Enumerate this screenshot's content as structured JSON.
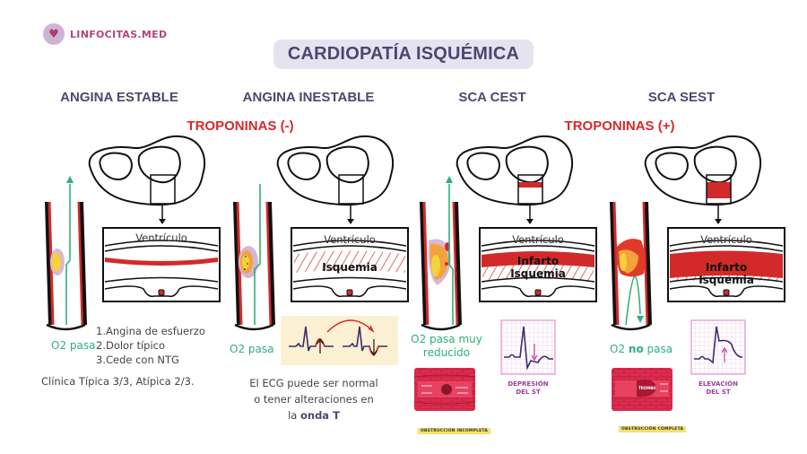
{
  "brand": {
    "name": "LINFOCITAS.MED",
    "icon": "heart-icon"
  },
  "title": "CARDIOPATÍA ISQUÉMICA",
  "troponins": {
    "negative": "TROPONINAS (-)",
    "positive": "TROPONINAS (+)"
  },
  "colors": {
    "title": "#4a4870",
    "troponin": "#d62a2a",
    "o2": "#2fb07a",
    "brand": "#b3477a",
    "wall": "#d22a2a"
  },
  "columns": [
    {
      "title": "ANGINA ESTABLE",
      "ventricle_label": "Ventrículo",
      "o2_label": "O2 pasa",
      "list": [
        "1.Angina de esfuerzo",
        "2.Dolor típico",
        "3.Cede con NTG"
      ],
      "note": "Clínica Típica 3/3, Atípica 2/3."
    },
    {
      "title": "ANGINA INESTABLE",
      "ventricle_label": "Ventrículo",
      "zone_label": "Isquemia",
      "o2_label": "O2 pasa",
      "note_lines": [
        "El ECG puede ser normal",
        "o tener alteraciones en"
      ],
      "note_prefix": "la ",
      "note_bold": "onda T"
    },
    {
      "title": "SCA CEST",
      "ventricle_label": "Ventrículo",
      "zone_labels": [
        "Infarto",
        "Isquemia"
      ],
      "o2_label_lines": [
        "O2 pasa muy",
        "reducido"
      ],
      "ecg_caption": [
        "DEPRESIÓN",
        "DEL ST"
      ],
      "vessel_caption": "OBSTRUCCIÓN INCOMPLETA"
    },
    {
      "title": "SCA SEST",
      "ventricle_label": "Ventrículo",
      "zone_labels": [
        "Infarto",
        "Isquemia"
      ],
      "o2_prefix": "O2 ",
      "o2_bold": "no",
      "o2_suffix": " pasa",
      "ecg_caption": [
        "ELEVACIÓN",
        "DEL ST"
      ],
      "vessel_caption": "OBSTRUCCIÓN COMPLETA",
      "thrombus_label": "TROMBO"
    }
  ]
}
